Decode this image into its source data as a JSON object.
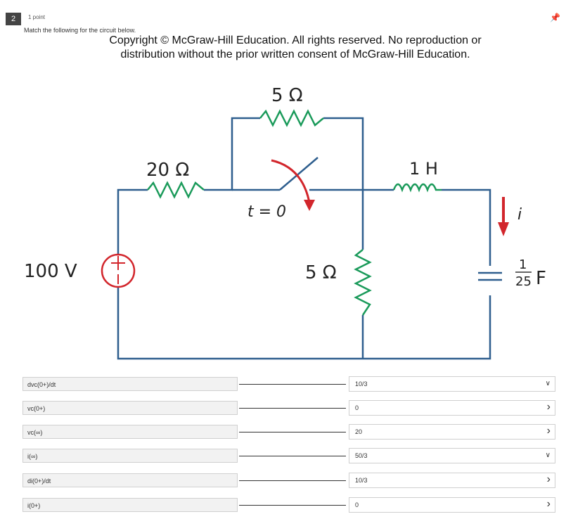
{
  "question": {
    "number": "2",
    "points": "1 point",
    "prompt": "Match the following for the circuit below.",
    "copyright_line1": "Copyright © McGraw-Hill Education. All rights reserved. No reproduction or",
    "copyright_line2": "distribution without the prior written consent of McGraw-Hill Education."
  },
  "circuit": {
    "r_top": "5 Ω",
    "r_left": "20 Ω",
    "inductor": "1 H",
    "switch": "t = 0",
    "source": "100 V",
    "r_mid": "5 Ω",
    "cap_num": "1",
    "cap_den": "25",
    "cap_unit": "F",
    "current": "i",
    "colors": {
      "wire": "#2e5e8e",
      "resistor": "#1a9a5a",
      "arrow": "#d2262c"
    }
  },
  "matches": [
    {
      "label": "dvc(0+)/dt",
      "selected": "10/3",
      "chevron": "down"
    },
    {
      "label": "vc(0+)",
      "selected": "0",
      "chevron": "right"
    },
    {
      "label": "vc(∞)",
      "selected": "20",
      "chevron": "right"
    },
    {
      "label": "i(∞)",
      "selected": "50/3",
      "chevron": "down"
    },
    {
      "label": "di(0+)/dt",
      "selected": "10/3",
      "chevron": "right"
    },
    {
      "label": "i(0+)",
      "selected": "0",
      "chevron": "right"
    }
  ]
}
